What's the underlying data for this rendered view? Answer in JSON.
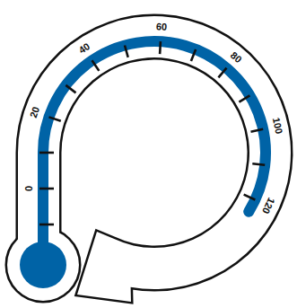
{
  "diagram": {
    "labels": [
      "0",
      "20",
      "40",
      "60",
      "80",
      "100",
      "120"
    ]
  }
}
